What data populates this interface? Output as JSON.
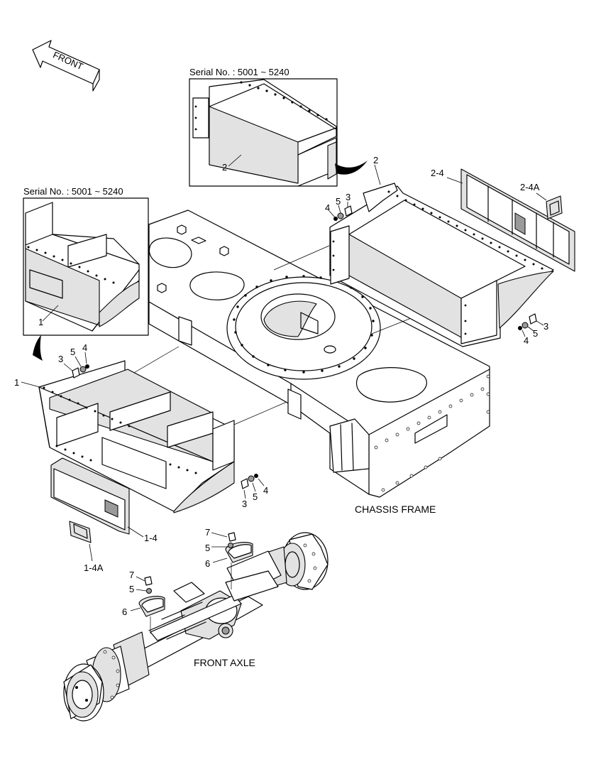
{
  "front_marker": {
    "label": "FRONT"
  },
  "insets": [
    {
      "serial": "Serial No. : 5001 ~ 5240",
      "part": "2"
    },
    {
      "serial": "Serial No. : 5001 ~ 5240",
      "part": "1"
    }
  ],
  "section_labels": {
    "chassis": "CHASSIS FRAME",
    "axle": "FRONT AXLE"
  },
  "callouts": {
    "right_weight": "2",
    "right_cover": "2-4",
    "right_cover_handle": "2-4A",
    "rt_bolt": "3",
    "rt_washer": "5",
    "rt_lockwasher": "4",
    "rb_bolt": "3",
    "rb_washer": "5",
    "rb_lockwasher": "4",
    "left_weight": "1",
    "lt_bolt": "3",
    "lt_washer": "5",
    "lt_lockwasher": "4",
    "lb_bolt": "3",
    "lb_washer": "5",
    "lb_lockwasher": "4",
    "left_cover": "1-4",
    "left_cover_handle": "1-4A",
    "axle_bolt_a": "7",
    "axle_washer_a": "5",
    "axle_plate_a": "6",
    "axle_bolt_b": "7",
    "axle_washer_b": "5",
    "axle_plate_b": "6"
  }
}
